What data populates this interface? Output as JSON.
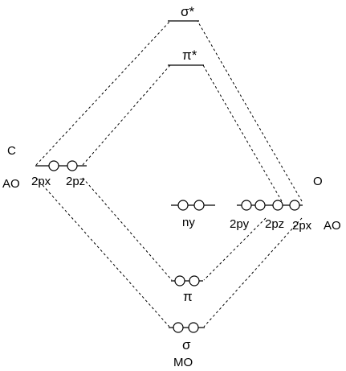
{
  "left": {
    "atom": "C",
    "ao": "AO",
    "orbitals": [
      "2px",
      "2pz"
    ]
  },
  "right": {
    "atom": "O",
    "ao": "AO",
    "orbitals": [
      "2py",
      "2pz",
      "2px"
    ]
  },
  "mo": {
    "sigma_star": "σ*",
    "pi_star": "π*",
    "nonbonding": "ny",
    "pi": "π",
    "sigma": "σ",
    "label": "MO"
  }
}
